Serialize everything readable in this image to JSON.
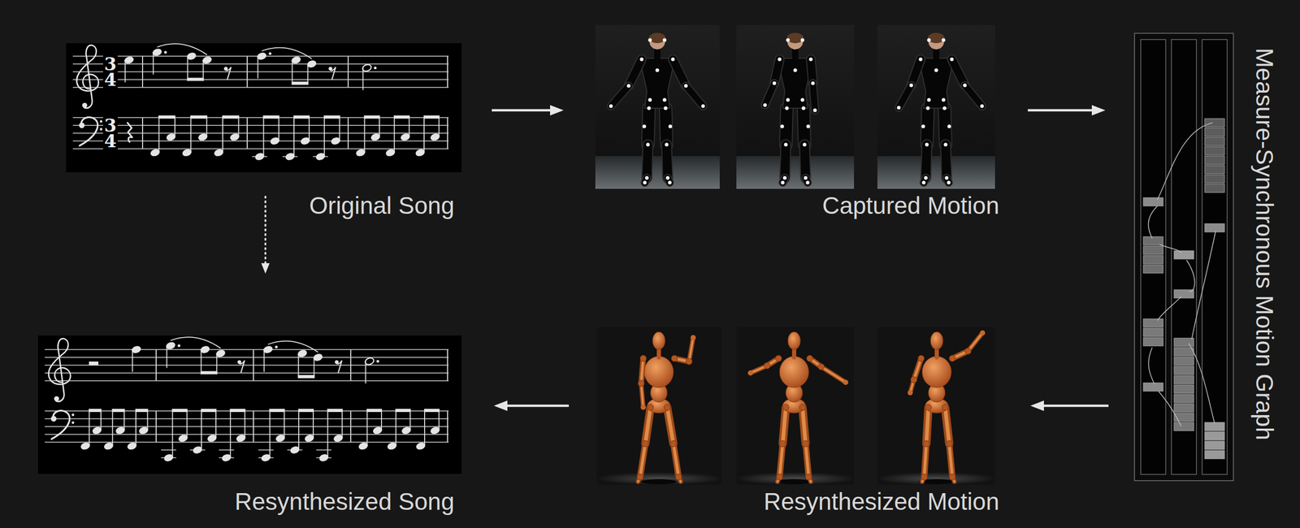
{
  "diagram": {
    "nodes": [
      {
        "text": [
          "Original Song"
        ]
      },
      {
        "text": [
          "Captured Motion"
        ]
      },
      {
        "text": [
          "Measure-Synchronous Motion Graph"
        ]
      },
      {
        "text": [
          "Resynthesized Song"
        ]
      },
      {
        "text": [
          "Resynthesized Motion"
        ]
      }
    ],
    "edges": [
      {
        "from": 0,
        "to": 1,
        "arrow": "to"
      },
      {
        "from": 1,
        "to": 2,
        "arrow": "to"
      },
      {
        "from": 2,
        "to": 4,
        "arrow": "to"
      },
      {
        "from": 4,
        "to": 3,
        "arrow": "to"
      },
      {
        "from": 0,
        "to": 3,
        "arrow": "to"
      }
    ],
    "labels": [
      "3",
      "4",
      "3",
      "4"
    ]
  }
}
